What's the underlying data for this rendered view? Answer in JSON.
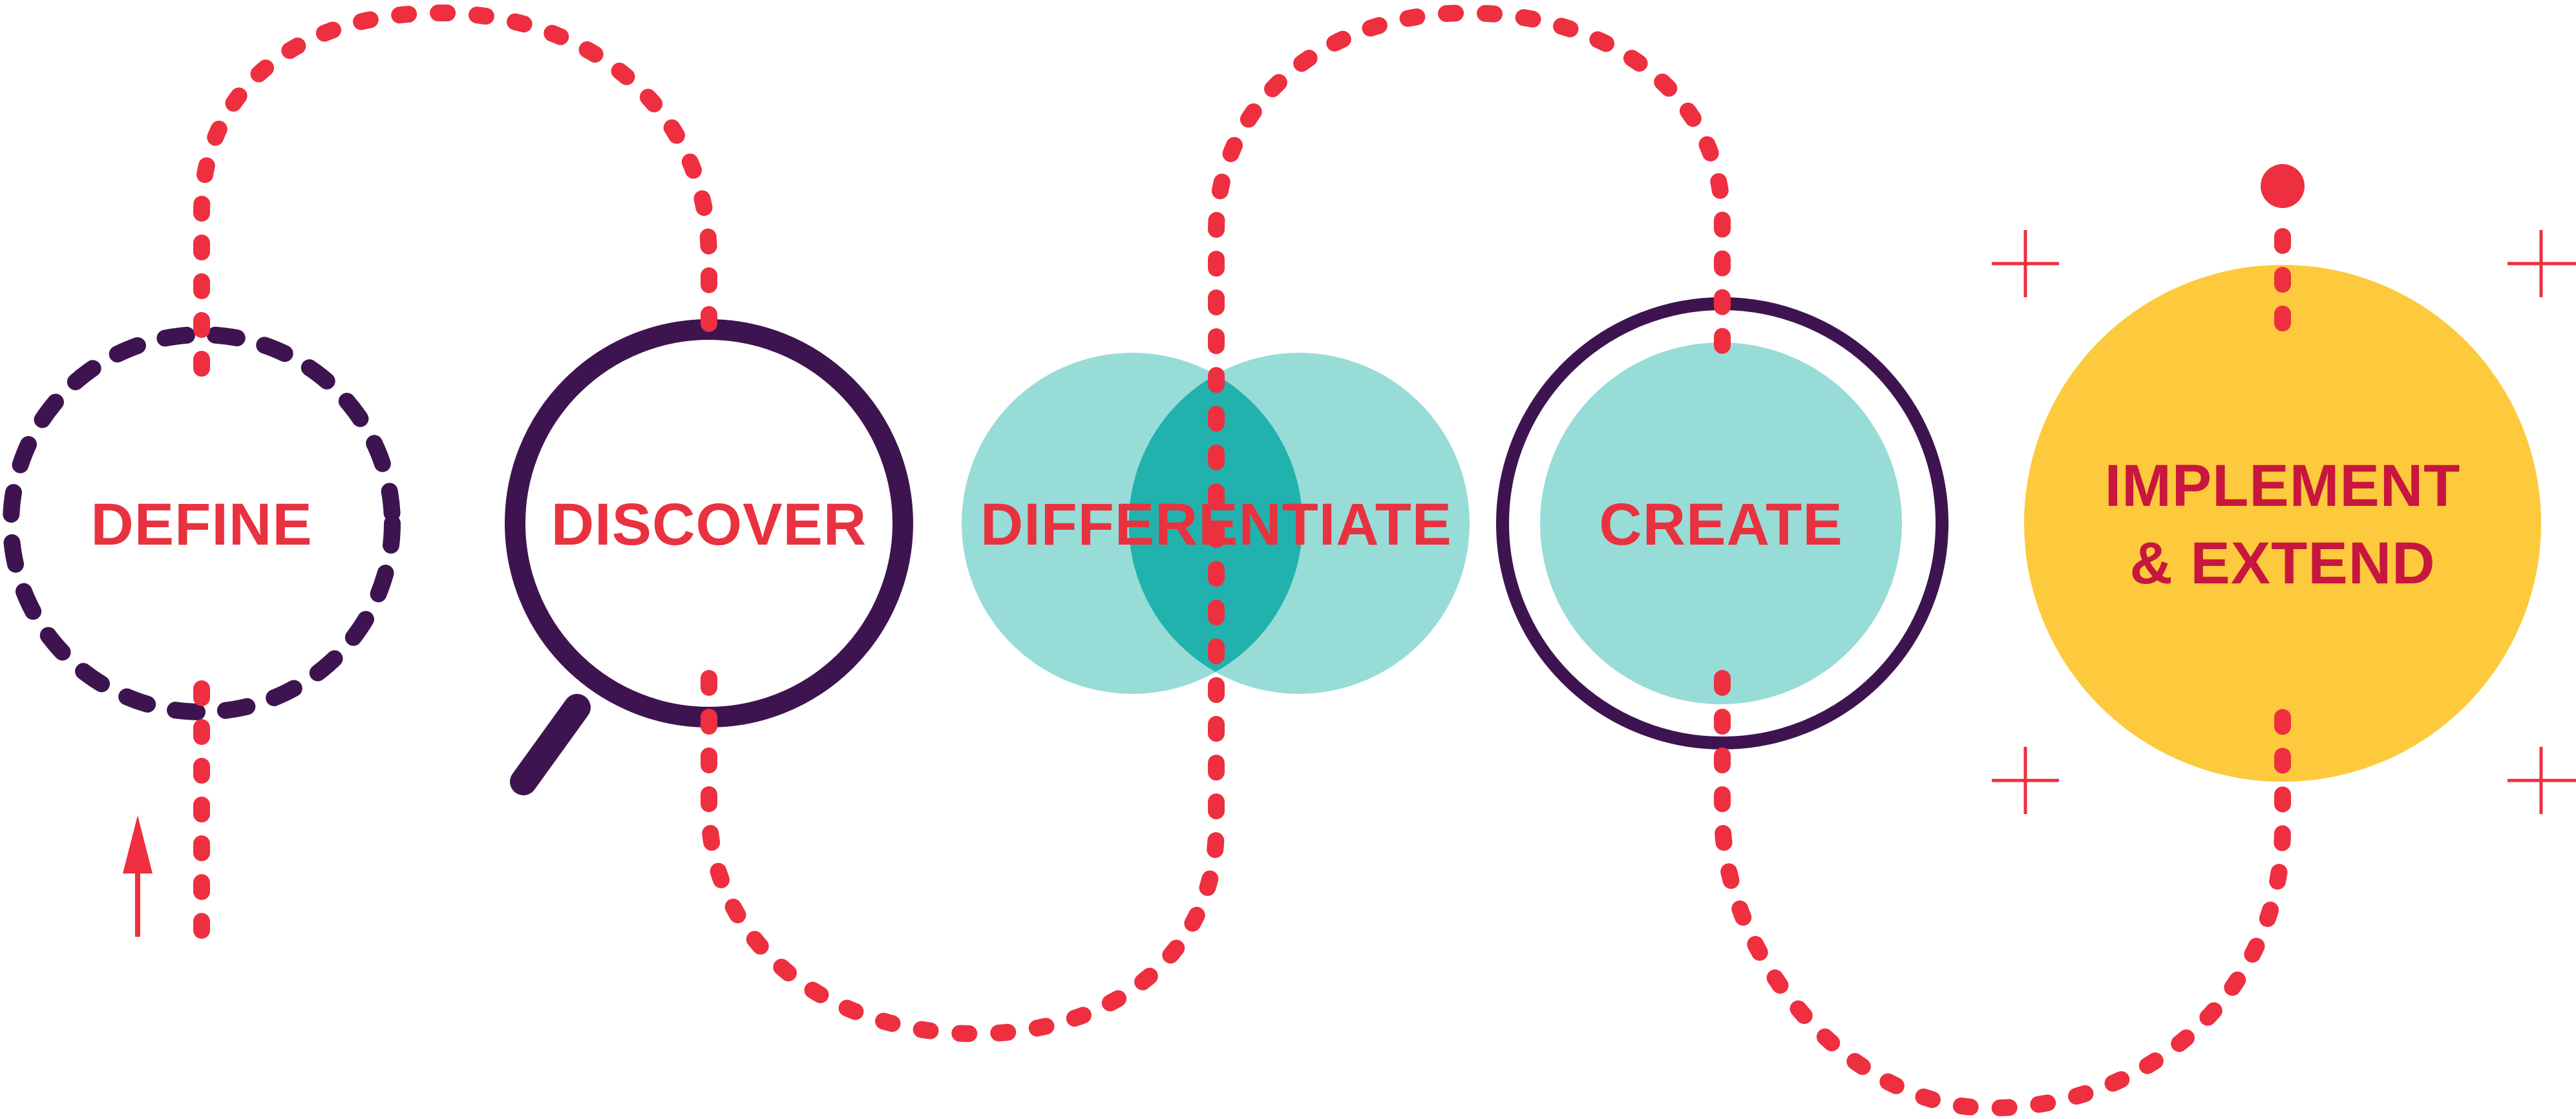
{
  "diagram": {
    "stages": [
      {
        "id": "define",
        "label": "DEFINE",
        "style": "dashed-ring"
      },
      {
        "id": "discover",
        "label": "DISCOVER",
        "style": "magnifier"
      },
      {
        "id": "differentiate",
        "label": "DIFFERENTIATE",
        "style": "overlapping-circles"
      },
      {
        "id": "create",
        "label": "CREATE",
        "style": "ringed-circle"
      },
      {
        "id": "implement",
        "label_lines": [
          "IMPLEMENT",
          "& EXTEND"
        ],
        "style": "filled-circle"
      }
    ],
    "icons": {
      "start_arrow": "arrow-up-icon",
      "magnifier": "magnifier-handle-icon",
      "end_dot": "dot-icon",
      "sparkles": "plus-sparkle-icon"
    },
    "colors": {
      "path_red": "#ee2f3f",
      "label_red": "#e8323f",
      "label_dark_red": "#c8163e",
      "dark_purple": "#3e1450",
      "light_teal": "#98dcd8",
      "dark_teal": "#22b2ad",
      "yellow": "#fcca3c",
      "background": "#ffffff"
    }
  }
}
